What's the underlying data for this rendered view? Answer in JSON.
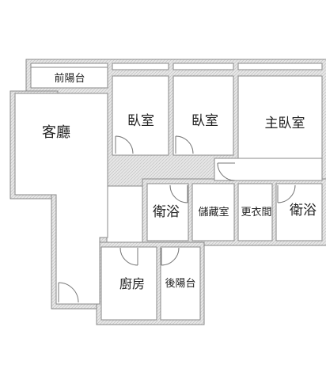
{
  "rooms": {
    "front_balcony": "前陽台",
    "living_room": "客廳",
    "bedroom_1": "臥室",
    "bedroom_2": "臥室",
    "master_bedroom": "主臥室",
    "bathroom_1": "衛浴",
    "storage": "儲藏室",
    "walk_in_closet": "更衣間",
    "bathroom_2": "衛浴",
    "kitchen": "廚房",
    "back_balcony": "後陽台"
  },
  "colors": {
    "wall_fill": "#e6e6e6",
    "wall_stroke": "#8a8a8a",
    "background": "#ffffff",
    "text": "#222222",
    "door": "#777777"
  }
}
